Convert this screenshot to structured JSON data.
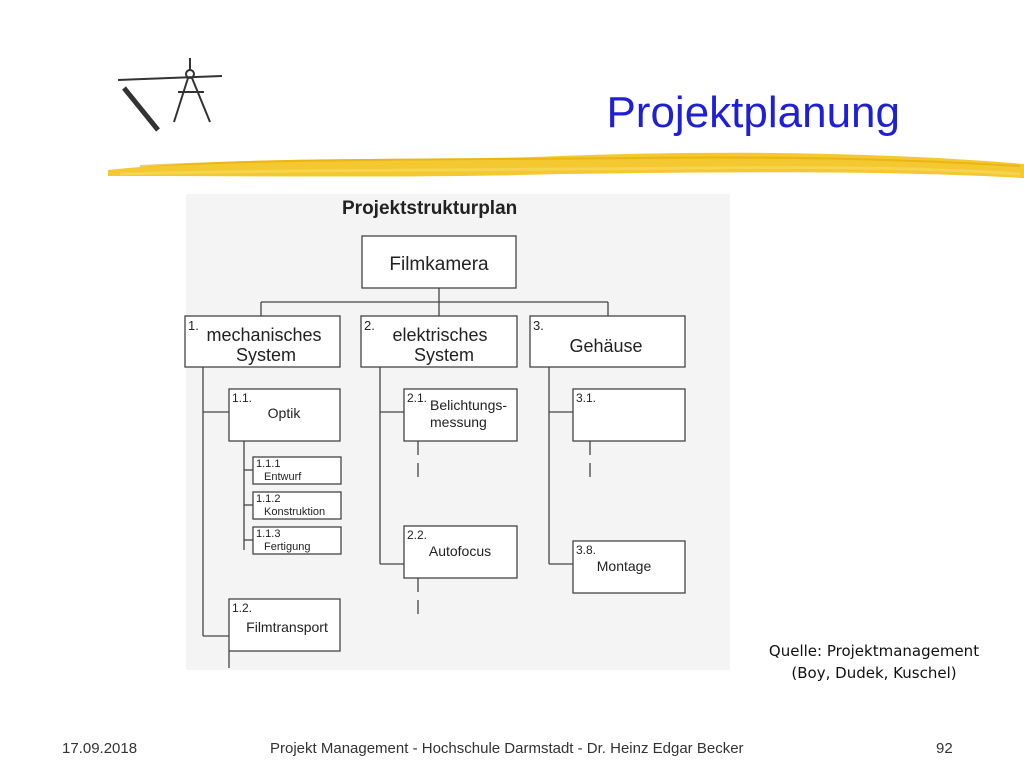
{
  "slide": {
    "title": "Projektplanung",
    "source_line1": "Quelle: Projektmanagement",
    "source_line2": "(Boy, Dudek, Kuschel)"
  },
  "diagram": {
    "heading": "Projektstrukturplan",
    "root": "Filmkamera",
    "branches": [
      {
        "num": "1.",
        "label_line1": "mechanisches",
        "label_line2": "System"
      },
      {
        "num": "2.",
        "label_line1": "elektrisches",
        "label_line2": "System"
      },
      {
        "num": "3.",
        "label_line1": "Gehäuse",
        "label_line2": ""
      }
    ],
    "nodes": {
      "n11": {
        "num": "1.1.",
        "label": "Optik"
      },
      "n111": {
        "num": "1.1.1",
        "label": "Entwurf"
      },
      "n112": {
        "num": "1.1.2",
        "label": "Konstruktion"
      },
      "n113": {
        "num": "1.1.3",
        "label": "Fertigung"
      },
      "n12": {
        "num": "1.2.",
        "label": "Filmtransport"
      },
      "n21": {
        "num": "2.1.",
        "label_line1": "Belichtungs-",
        "label_line2": "messung"
      },
      "n22": {
        "num": "2.2.",
        "label": "Autofocus"
      },
      "n31": {
        "num": "3.1.",
        "label": ""
      },
      "n38": {
        "num": "3.8.",
        "label": "Montage"
      }
    }
  },
  "footer": {
    "date": "17.09.2018",
    "center": "Projekt Management - Hochschule Darmstadt - Dr. Heinz Edgar Becker",
    "page": "92"
  },
  "colors": {
    "title": "#1f1fd6",
    "brush": "#f2c21a"
  },
  "icons": {
    "logo": "compass-ruler-icon"
  }
}
